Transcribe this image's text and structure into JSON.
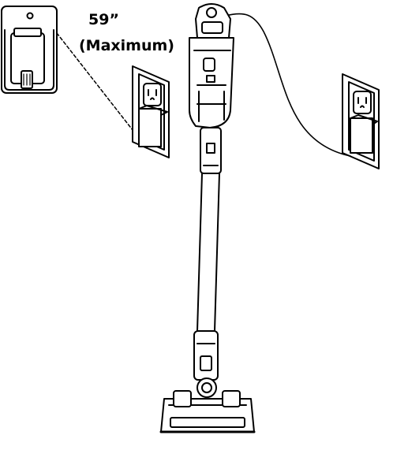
{
  "annotation": {
    "height": "59”",
    "note": "(Maximum)"
  },
  "figure": {
    "items": [
      "wall-mount-dock",
      "wall-outlet-with-adapter",
      "stick-vacuum-charging",
      "charger-cable",
      "wall-outlet-with-charger"
    ]
  }
}
